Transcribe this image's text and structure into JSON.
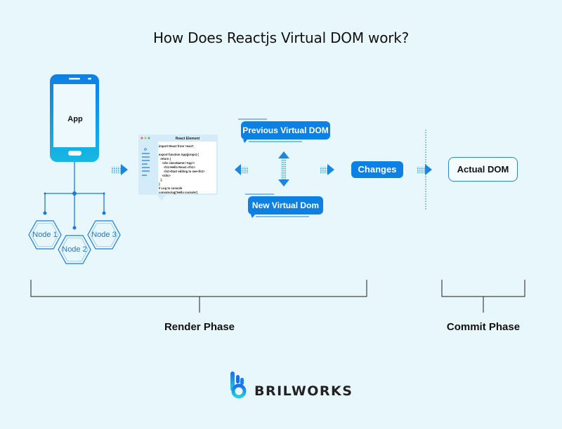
{
  "title": "How Does Reactjs Virtual DOM work?",
  "phone": {
    "label": "App",
    "icon": "smartphone-icon"
  },
  "nodes": [
    {
      "label": "Node 1"
    },
    {
      "label": "Node 2"
    },
    {
      "label": "Node 3"
    }
  ],
  "react_element": {
    "title": "React Element",
    "code_lines": [
      "import React from 'react';",
      "",
      "export function App(props) {",
      "  return (",
      "    <div className='App'>",
      "      <h1>Hello React.</h1>",
      "      <h2>Start editing to see</h2>",
      "    </div>",
      "  );",
      "}",
      "// Log to console",
      "console.log('Hello console')"
    ]
  },
  "bubbles": {
    "previous": "Previous Virtual DOM",
    "new": "New Virtual Dom"
  },
  "changes_label": "Changes",
  "actual_dom_label": "Actual DOM",
  "phases": {
    "render": "Render Phase",
    "commit": "Commit Phase"
  },
  "brand": {
    "name": "BRILWORKS",
    "icon": "brilworks-logo-icon"
  },
  "colors": {
    "background": "#e8f7fc",
    "accent": "#0d80e3",
    "accent_light": "#1fb0e8",
    "text": "#111111"
  }
}
